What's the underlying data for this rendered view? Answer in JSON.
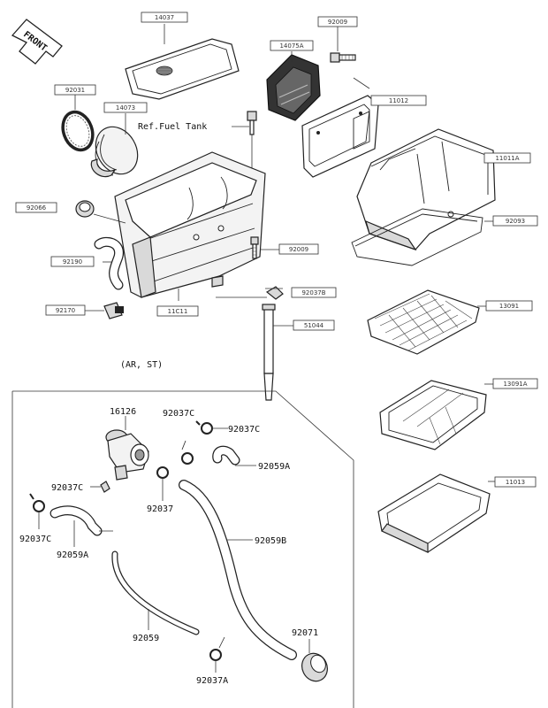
{
  "front_badge": "FRONT",
  "ref_note": "Ref.Fuel Tank",
  "group_label": "(AR, ST)",
  "labels": {
    "l14037": "14037",
    "l92009a": "92009",
    "l14075a": "14075A",
    "l11012": "11012",
    "l92031": "92031",
    "l14073": "14073",
    "l11011a": "11011A",
    "l92066": "92066",
    "l92093": "92093",
    "l92009b": "92009",
    "l92190": "92190",
    "l92037b": "92037B",
    "l13091": "13091",
    "l92170": "92170",
    "l11011": "11C11",
    "l51044": "51044",
    "l13091a": "13091A",
    "l11013": "11013",
    "l16126": "16126",
    "l92037c1": "92037C",
    "l92037c2": "92037C",
    "l92059a1": "92059A",
    "l92037c3": "92037C",
    "l92037": "92037",
    "l92037c4": "92037C",
    "l92059a2": "92059A",
    "l92059b": "92059B",
    "l92071": "92071",
    "l92059": "92059",
    "l92037a": "92037A"
  }
}
